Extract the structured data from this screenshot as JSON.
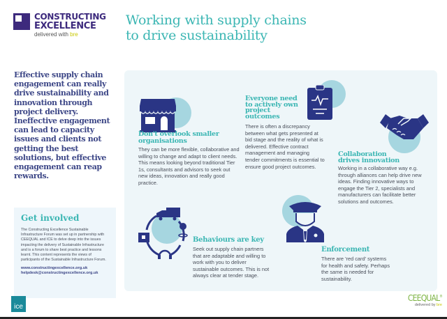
{
  "header": {
    "logo": {
      "line1": "CONSTRUCTING",
      "line2": "EXCELLENCE",
      "sub_prefix": "delivered with ",
      "sub_brand": "bre"
    },
    "title_line1": "Working with supply chains",
    "title_line2": "to drive sustainability"
  },
  "intro": "Effective supply chain engagement can really drive sustainability and innovation through project delivery. Ineffective engagement can lead to capacity issues and clients not getting the best solutions, but effective engagement can reap rewards.",
  "get_involved": {
    "title": "Get involved",
    "body": "The Constructing Excellence Sustainable Infrastructure Forum was set up in partnership with CEEQUAL and ICE to delve deep into the issues impacting the delivery of Sustainable Infrastructure and is a forum to share best practice and lessons learnt. This content represents the views of participants of the Sustainable Infrastructure Forum.",
    "website": "www.constructingexcellence.org.uk",
    "email": "helpdesk@constructingexcellence.org.uk"
  },
  "sections": [
    {
      "icon": "shop-icon",
      "title": "Don't overlook smaller organisations",
      "body": "They can be more flexible, collaborative and willing to change and adapt to client needs. This means looking beyond traditional Tier 1s, consultants and advisors to seek out new ideas, innovation and really good practice."
    },
    {
      "icon": "clipboard-icon",
      "title": "Everyone need to actively own project outcomes",
      "body": "There is often a discrepancy between what gets presented at bid stage and the reality of what is delivered. Effective contract management and managing tender commitments is essential to ensure good project outcomes."
    },
    {
      "icon": "handshake-icon",
      "title": "Collaboration drives innovation",
      "body": "Working in a collaborative way e.g. through alliances can help drive new ideas. Finding innovative ways to engage the Tier 2, specialists and manufacturers can facilitate better solutions and outcomes."
    },
    {
      "icon": "supply-chain-cycle-icon",
      "title": "Behaviours are key",
      "body": "Seek out supply chain partners that are adaptable and willing to work with you to deliver sustainable outcomes. This is not always clear at tender stage."
    },
    {
      "icon": "officer-icon",
      "title": "Enforcement",
      "body": "There are 'red card' systems for health and safety. Perhaps the same is needed for sustainability."
    }
  ],
  "footer": {
    "ice_label": "ice",
    "ceequal_label": "CEEQUAL",
    "ceequal_reg": "®",
    "ceequal_sub_prefix": "delivered by ",
    "ceequal_sub_brand": "bre"
  },
  "colors": {
    "brand_purple": "#3d2a7d",
    "teal": "#3bb6b3",
    "navy": "#2a3585",
    "light_blue_circle": "#a6d6e0",
    "panel_bg": "#eef6f9",
    "ceequal_green": "#7cb342",
    "ice_teal": "#1b8a9a"
  }
}
